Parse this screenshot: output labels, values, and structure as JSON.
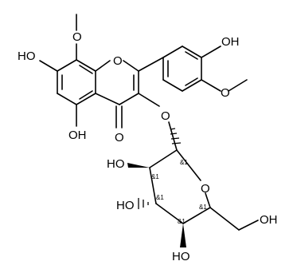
{
  "labels": {
    "ring_O": "O",
    "ketone_O": "O",
    "glycoside_O": "O",
    "pyranose_O": "O",
    "methoxy_top_O": "O",
    "methoxy_right_O": "O",
    "OH_7": "HO",
    "OH_5": "OH",
    "OH_4p": "OH",
    "OH_2s": "HO",
    "OH_3s": "HO",
    "OH_4s": "HO",
    "OH_6s": "OH"
  },
  "stereo_descriptors": {
    "c1": "&1",
    "c2": "&1",
    "c3": "&1",
    "c4": "&1",
    "c5": "&1"
  }
}
